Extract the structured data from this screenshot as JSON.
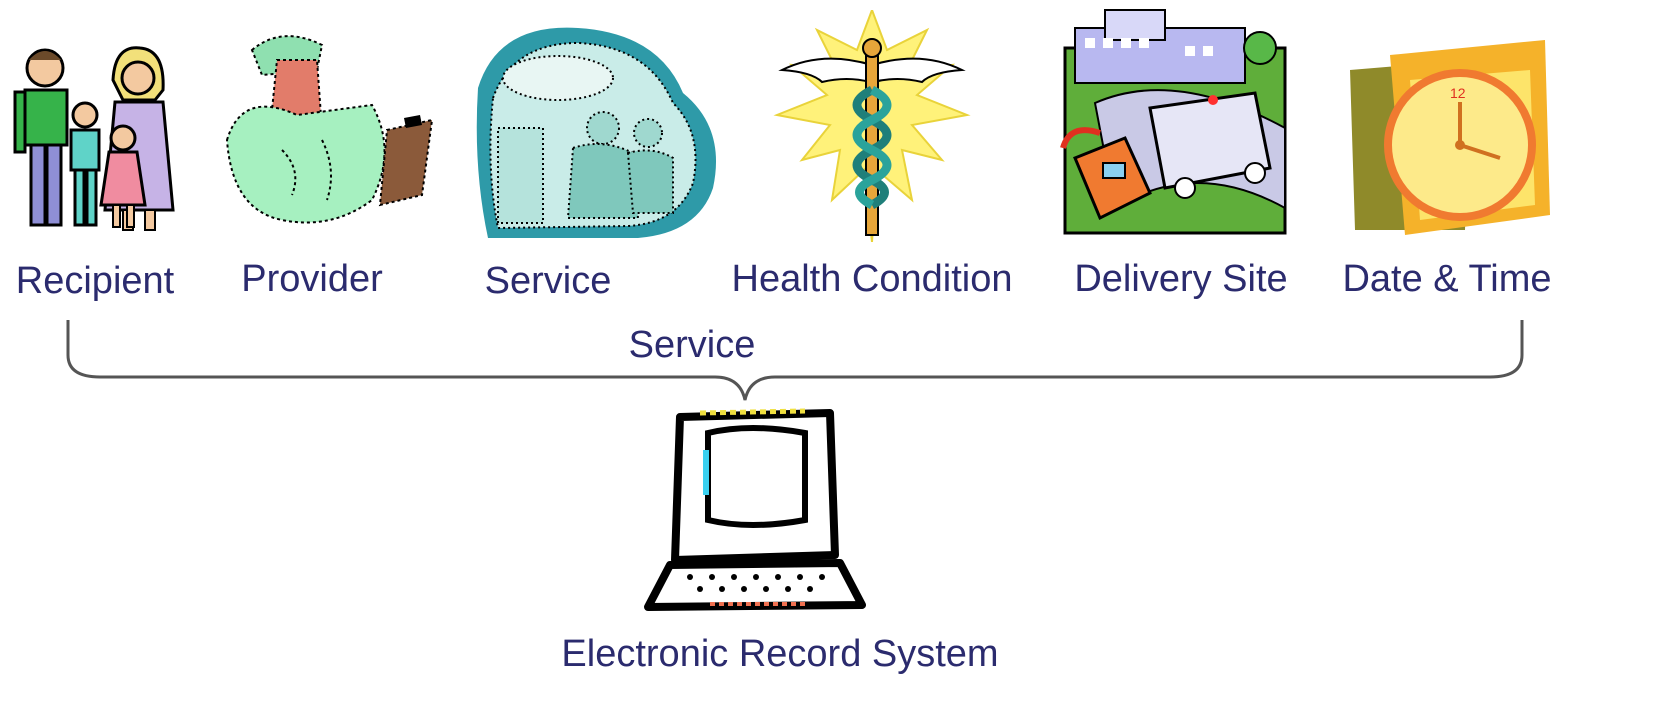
{
  "diagram": {
    "items": [
      {
        "label": "Recipient"
      },
      {
        "label": "Provider"
      },
      {
        "label": "Service"
      },
      {
        "label": "Health Condition"
      },
      {
        "label": "Delivery Site"
      },
      {
        "label": "Date & Time"
      }
    ],
    "group_label": "Service",
    "system_label": "Electronic Record System"
  },
  "colors": {
    "label_text": "#2b2b6e",
    "brace": "#555555",
    "background": "#ffffff"
  }
}
